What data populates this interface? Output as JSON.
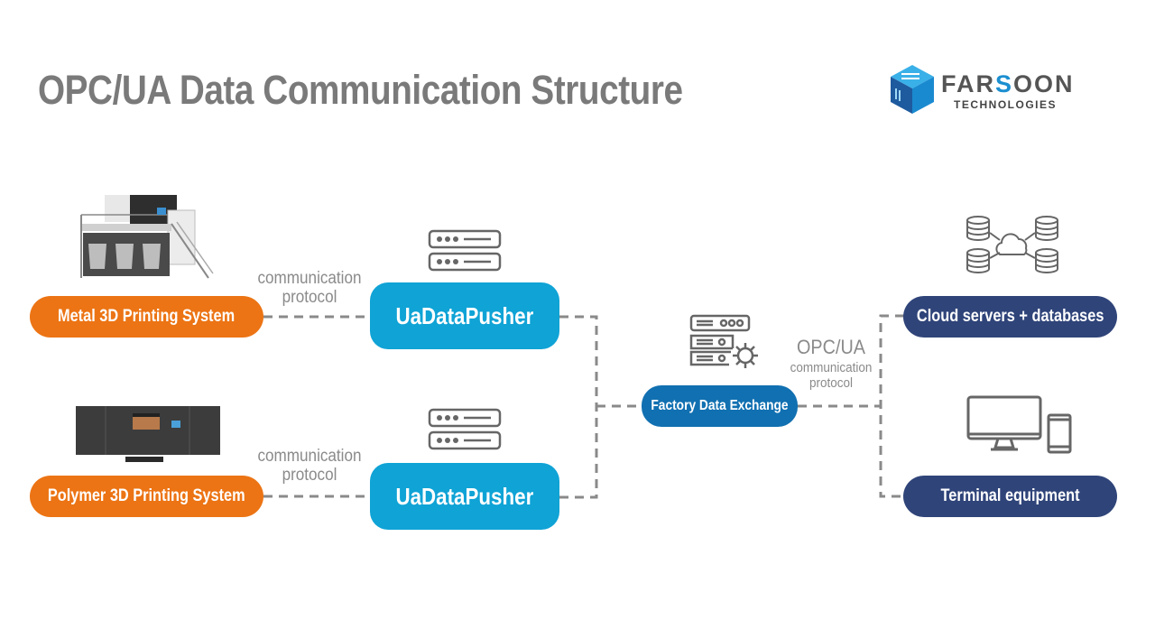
{
  "title": "OPC/UA Data Communication Structure",
  "logo": {
    "brand": "FARSOON",
    "subtitle": "TECHNOLOGIES",
    "icon": "farsoon-cube-logo-icon",
    "colors": {
      "primary": "#1c8fd0",
      "text": "#555555"
    }
  },
  "sources": [
    {
      "label": "Metal 3D Printing System",
      "image": "metal-3d-printer-image",
      "protocol_line1": "communication",
      "protocol_line2": "protocol"
    },
    {
      "label": "Polymer 3D Printing System",
      "image": "polymer-3d-printer-image",
      "protocol_line1": "communication",
      "protocol_line2": "protocol"
    }
  ],
  "pushers": [
    {
      "label": "UaDataPusher",
      "icon": "server-rack-icon"
    },
    {
      "label": "UaDataPusher",
      "icon": "server-rack-icon"
    }
  ],
  "exchange": {
    "label": "Factory Data Exchange",
    "icon": "server-gear-icon",
    "protocol_title": "OPC/UA",
    "protocol_line1": "communication",
    "protocol_line2": "protocol"
  },
  "destinations": [
    {
      "label": "Cloud servers + databases",
      "icon": "cloud-databases-icon"
    },
    {
      "label": "Terminal equipment",
      "icon": "monitor-phone-icon"
    }
  ],
  "colors": {
    "source": "#ec7414",
    "pusher": "#0fa3d6",
    "exchange": "#1170b1",
    "destination": "#2f4479",
    "connector": "#8a8a8a",
    "title": "#7a7a7a"
  }
}
